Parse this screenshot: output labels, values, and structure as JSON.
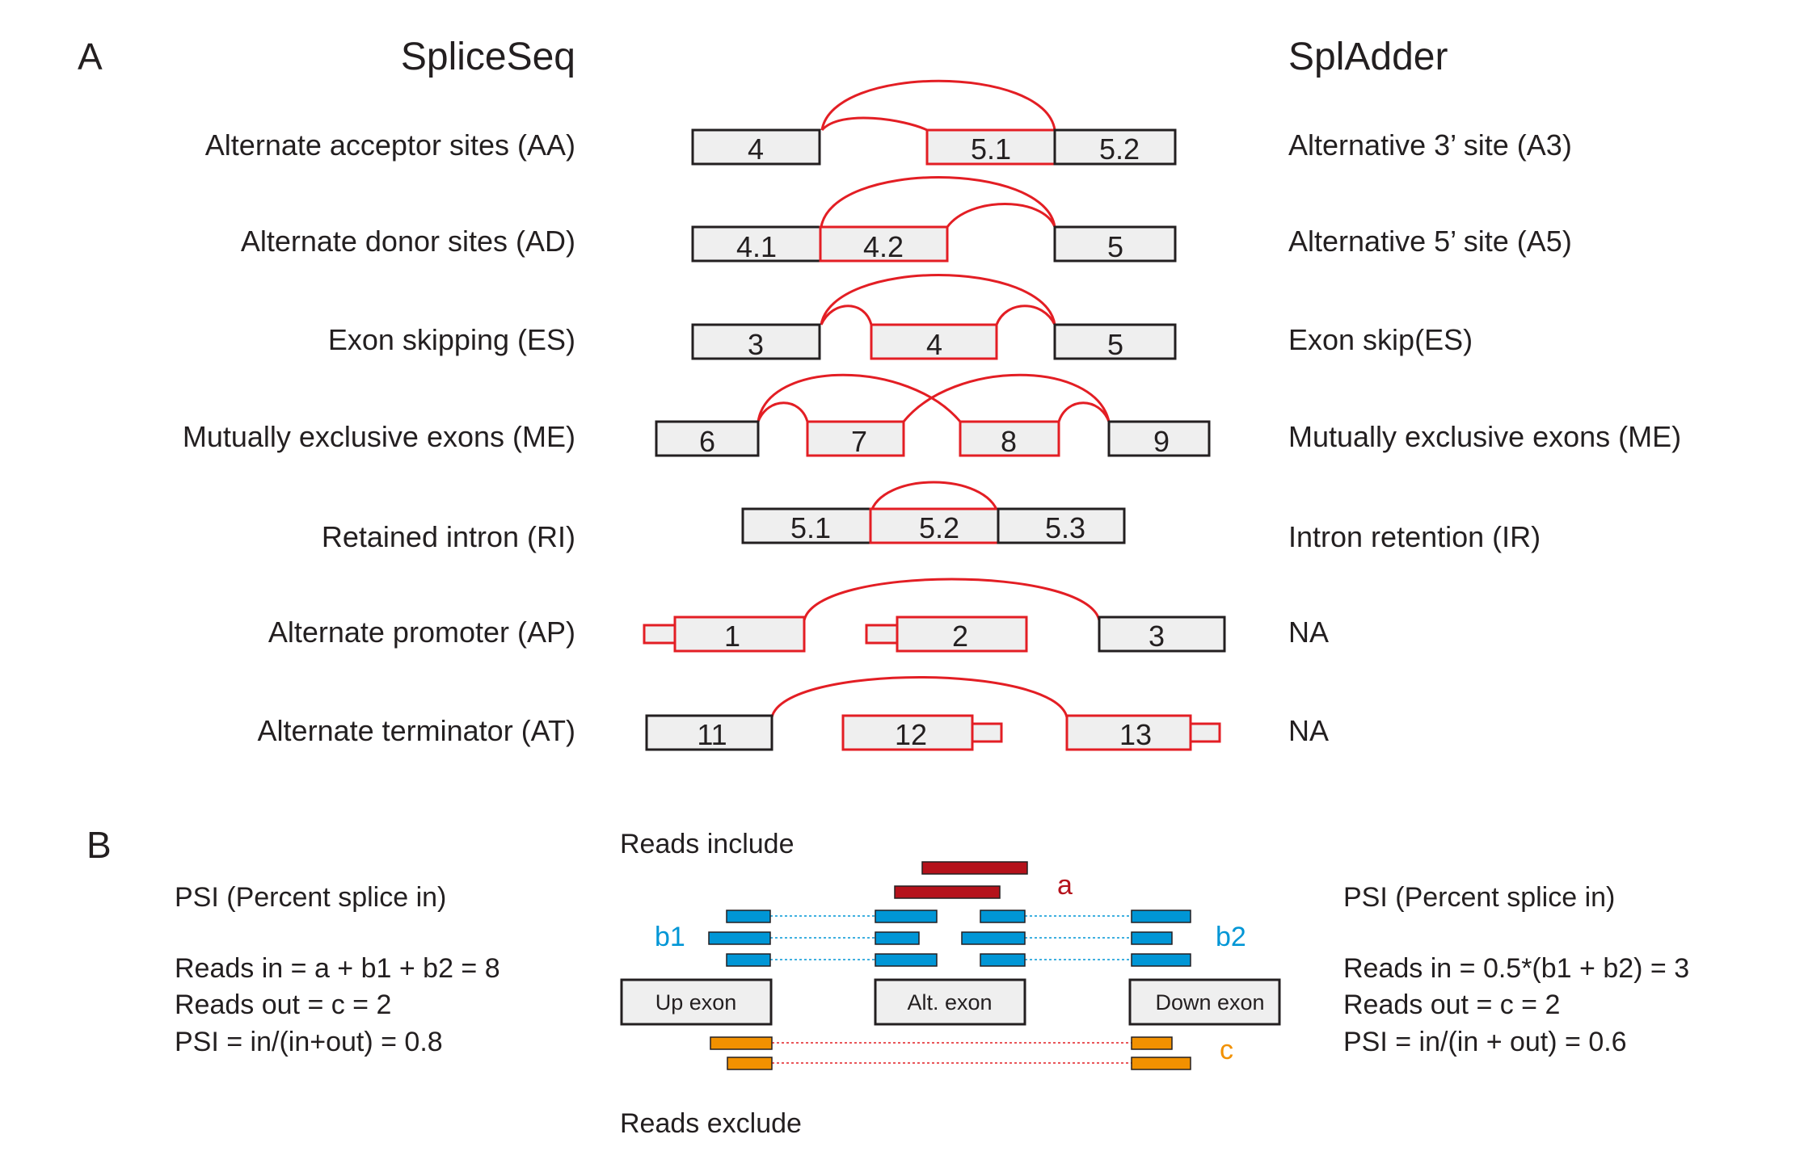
{
  "colors": {
    "text": "#231f20",
    "exon_fill": "#efefef",
    "exon_stroke": "#231f20",
    "alt_stroke": "#e31e24",
    "read_a": "#b5121b",
    "read_b": "#0096d6",
    "read_c": "#f29100",
    "link_b": "#0096d6",
    "link_c": "#e31e24"
  },
  "panelA": {
    "letter": "A",
    "left_header": "SpliceSeq",
    "right_header": "SplAdder",
    "events": [
      {
        "left": "Alternate acceptor sites (AA)",
        "right": "Alternative 3’ site (A3)",
        "exons": [
          "4",
          "5.1",
          "5.2"
        ]
      },
      {
        "left": "Alternate donor sites (AD)",
        "right": "Alternative 5’ site (A5)",
        "exons": [
          "4.1",
          "4.2",
          "5"
        ]
      },
      {
        "left": "Exon skipping (ES)",
        "right": "Exon skip(ES)",
        "exons": [
          "3",
          "4",
          "5"
        ]
      },
      {
        "left": "Mutually exclusive exons (ME)",
        "right": "Mutually exclusive exons (ME)",
        "exons": [
          "6",
          "7",
          "8",
          "9"
        ]
      },
      {
        "left": "Retained intron (RI)",
        "right": "Intron retention (IR)",
        "exons": [
          "5.1",
          "5.2",
          "5.3"
        ]
      },
      {
        "left": "Alternate promoter (AP)",
        "right": "NA",
        "exons": [
          "1",
          "2",
          "3"
        ]
      },
      {
        "left": "Alternate terminator (AT)",
        "right": "NA",
        "exons": [
          "11",
          "12",
          "13"
        ]
      }
    ]
  },
  "panelB": {
    "letter": "B",
    "reads_include": "Reads include",
    "reads_exclude": "Reads exclude",
    "read_labels": {
      "a": "a",
      "b1": "b1",
      "b2": "b2",
      "c": "c"
    },
    "exons": {
      "up": "Up exon",
      "alt": "Alt. exon",
      "down": "Down exon"
    },
    "left": {
      "title": "PSI (Percent splice in)",
      "lines": [
        "Reads in =  a + b1 + b2 = 8",
        "Reads out = c = 2",
        "PSI = in/(in+out) = 0.8"
      ]
    },
    "right": {
      "title": "PSI (Percent splice in)",
      "lines": [
        "Reads in =  0.5*(b1 + b2) = 3",
        "Reads out = c = 2",
        "PSI = in/(in + out) = 0.6"
      ]
    }
  }
}
